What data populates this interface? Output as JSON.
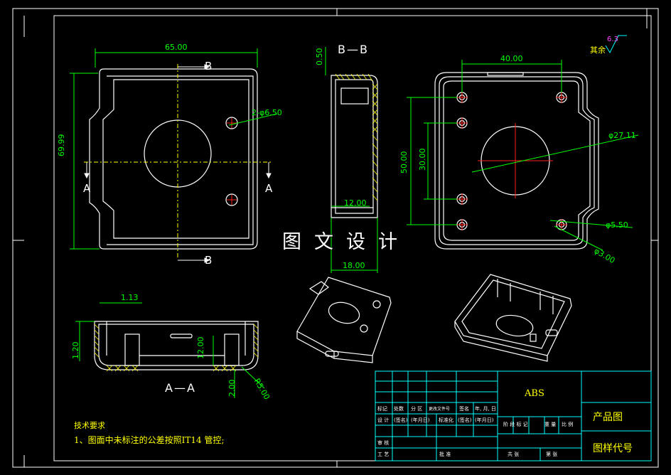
{
  "views": {
    "top_left": {
      "dim_width": "65.00",
      "dim_height": "69.99",
      "hole_label": "2-φ6.50",
      "section_b_top": "B",
      "section_b_bottom": "B",
      "section_a_left": "A",
      "section_a_right": "A"
    },
    "section_bb": {
      "title": "B—B",
      "dim_top": "0.50",
      "dim_inner": "12.00",
      "dim_bottom": "18.00"
    },
    "top_right": {
      "dim_top": "40.00",
      "dim_outer": "50.00",
      "dim_inner": "30.00",
      "dim_big_hole": "φ27.11",
      "dim_small_hole1": "φ5.50",
      "dim_small_hole2": "φ3.00",
      "roughness_prefix": "其余",
      "roughness_value": "6.3"
    },
    "section_aa": {
      "title": "A—A",
      "dim_top": "1.13",
      "dim_left": "1.20",
      "dim_mid": "12.00",
      "dim_bottom": "2.00",
      "dim_radius": "R5.00"
    }
  },
  "watermark": "图文设计",
  "notes": {
    "title": "技术要求",
    "line1": "1、图面中未标注的公差按照IT14 管控;"
  },
  "title_block": {
    "material": "ABS",
    "product": "产品图",
    "code": "图样代号",
    "row_labels": [
      "标记",
      "处数",
      "分 区",
      "更改文件号",
      "签名",
      "年, 月, 日"
    ],
    "row2": [
      "设 计",
      "(签名)",
      "(年月日)",
      "标准化",
      "(签名)",
      "(年月日)"
    ],
    "stage_labels": [
      "阶 段 标 记",
      "重 量",
      "比 例"
    ],
    "row3": [
      "审 核"
    ],
    "row4": [
      "工 艺",
      "批 准",
      "共 张",
      "第 张"
    ]
  },
  "colors": {
    "frame": "#ffffff",
    "part": "#ffffff",
    "dim_green": "#00ff00",
    "dim_yellow": "#ffff00",
    "dim_cyan": "#00ffff",
    "hole_red": "#ff2020",
    "hatch": "#ffff00",
    "table": "#00ffff"
  }
}
